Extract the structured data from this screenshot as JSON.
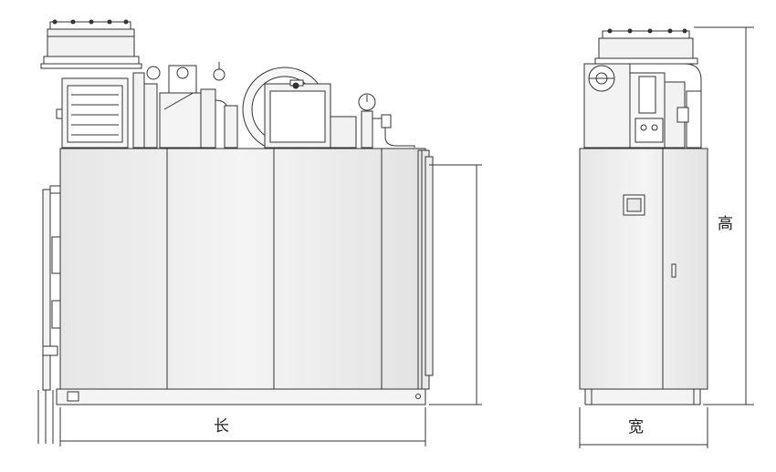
{
  "labels": {
    "length": "长",
    "width": "宽",
    "height": "高"
  },
  "colors": {
    "line": "#333333",
    "panel": "#efefef",
    "panel_dark": "#e4e4e4",
    "background": "#ffffff"
  }
}
